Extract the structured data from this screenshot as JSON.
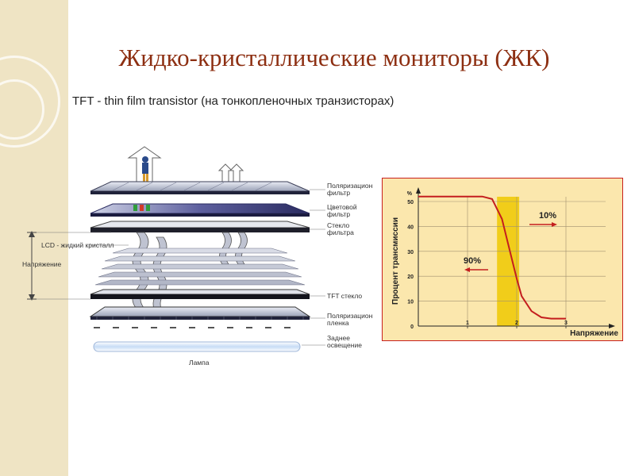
{
  "title": "Жидко-кристаллические мониторы (ЖК)",
  "subtitle": "TFT - thin film transistor  (на тонкопленочных транзисторах)",
  "diagram": {
    "labels": {
      "polarizer_top_1": "Поляризационный",
      "polarizer_top_2": "фильтр",
      "color_filter_1": "Цветовой",
      "color_filter_2": "фильтр",
      "glass_filter_1": "Стекло",
      "glass_filter_2": "фильтра",
      "lcd": "LCD - жидкий кристалл",
      "voltage": "Напряжение",
      "tft_glass": "TFT стекло",
      "polarizer_film_1": "Поляризационная",
      "polarizer_film_2": "пленка",
      "backlight_1": "Заднее",
      "backlight_2": "освещение",
      "lamp": "Лампа"
    }
  },
  "chart_data": {
    "type": "line",
    "ylabel": "Процент трансмиссии",
    "xlabel": "Напряжение",
    "y_unit": "%",
    "xlim": [
      0,
      3
    ],
    "ylim": [
      0,
      50
    ],
    "x_ticks": [
      "1",
      "2",
      "3"
    ],
    "y_ticks": [
      "0",
      "10",
      "20",
      "30",
      "40",
      "50"
    ],
    "highlight_band": [
      1.6,
      2.05
    ],
    "annotations": [
      "10%",
      "90%"
    ],
    "x": [
      0,
      1.3,
      1.5,
      1.7,
      1.9,
      2.0,
      2.1,
      2.3,
      2.5,
      2.7,
      3.0
    ],
    "y": [
      52,
      52,
      51,
      43,
      27,
      19,
      12,
      6,
      3.5,
      3,
      3
    ],
    "colors": {
      "background": "#fbe7ad",
      "band": "#f1cd1a",
      "curve": "#c41e1e",
      "border": "#c8201e"
    }
  }
}
